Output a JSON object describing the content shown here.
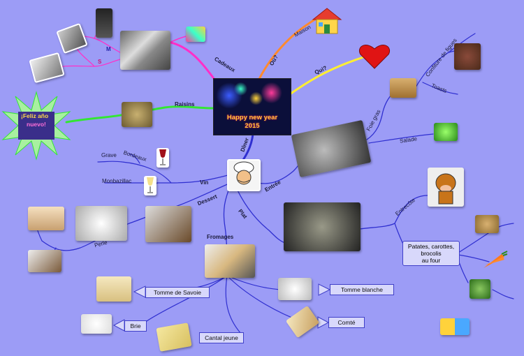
{
  "central_topic": {
    "line1": "Happy new year",
    "line2": "2015"
  },
  "branches": {
    "cadeaux": "Cadeaux",
    "ou": "Où?",
    "maison": "Maison",
    "qui": "Qui?",
    "raisins": "Raisins",
    "diner": "Dîner",
    "vin": "Vin",
    "grave": "Grave",
    "bordeaux": "Bordeaux",
    "monbazillac": "Monbazillac",
    "dessert": "Dessert",
    "perle": "Perle",
    "fromages": "Fromages",
    "plat": "Plat",
    "entree": "Entrée",
    "foie_gras": "Foie gras",
    "confiture": "Confiture de figues",
    "toasts": "Toasts",
    "salade": "Salade",
    "entrecote": "Entrecôte",
    "m": "M",
    "s": "S"
  },
  "callouts": {
    "legumes": [
      "Patates, carottes,",
      "brocolis",
      "au four"
    ],
    "tomme_savoie": "Tomme de Savoie",
    "brie": "Brie",
    "cantal": "Cantal jeune",
    "tomme_blanche": "Tomme blanche",
    "comte": "Comté"
  },
  "starburst": {
    "line1": "¡Feliz año",
    "line2": "nuevo!"
  },
  "colors": {
    "background": "#9c9cf6",
    "branch_blue": "#2f2fd0",
    "branch_magenta": "#ff2fc8",
    "branch_orange": "#ff8a2f",
    "branch_yellow": "#ffee33",
    "branch_green": "#33e633"
  }
}
